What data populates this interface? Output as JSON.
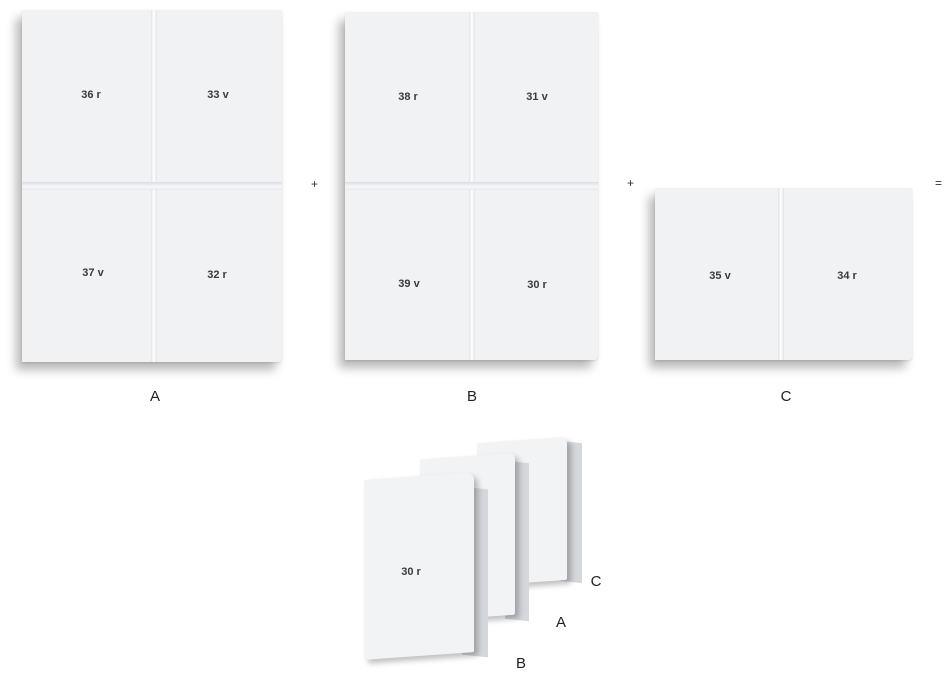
{
  "sheets": {
    "a": {
      "letter": "A",
      "pages": [
        "36 r",
        "33 v",
        "37 v",
        "32 r"
      ]
    },
    "b": {
      "letter": "B",
      "pages": [
        "38 r",
        "31 v",
        "39 v",
        "30 r"
      ]
    },
    "c": {
      "letter": "C",
      "pages": [
        "35 v",
        "34 r"
      ]
    }
  },
  "operators": {
    "plus": "+",
    "equals": "="
  },
  "booklet": {
    "front_page": "30 r",
    "labels": [
      "C",
      "A",
      "B"
    ]
  }
}
